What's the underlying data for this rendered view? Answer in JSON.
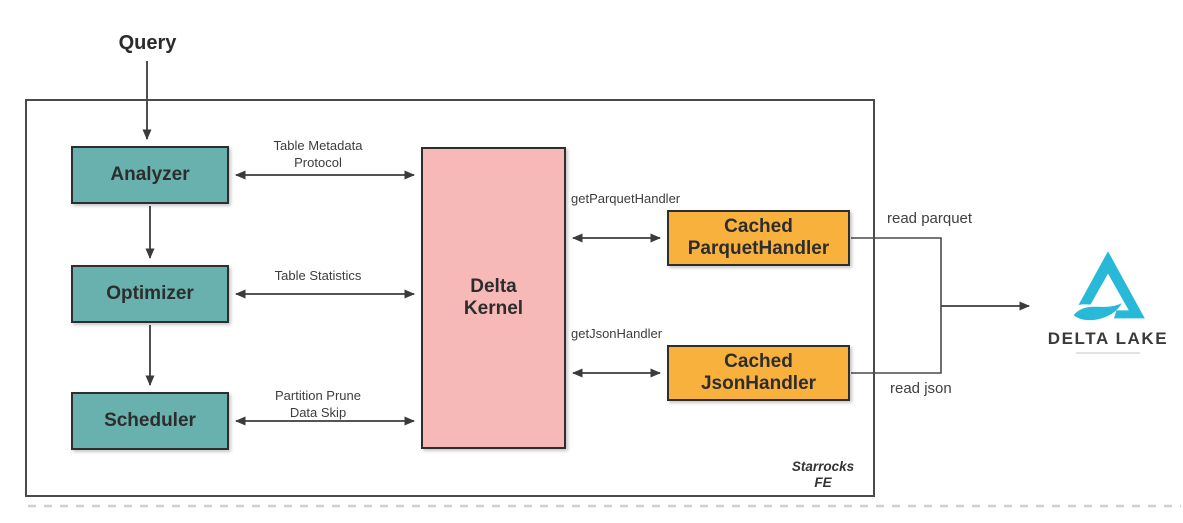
{
  "diagram": {
    "query_label": "Query",
    "container_label": {
      "line1": "Starrocks",
      "line2": "FE"
    },
    "nodes": {
      "analyzer": "Analyzer",
      "optimizer": "Optimizer",
      "scheduler": "Scheduler",
      "kernel": {
        "line1": "Delta",
        "line2": "Kernel"
      },
      "parquet_handler": {
        "line1": "Cached",
        "line2": "ParquetHandler"
      },
      "json_handler": {
        "line1": "Cached",
        "line2": "JsonHandler"
      }
    },
    "edge_labels": {
      "metadata": {
        "line1": "Table Metadata",
        "line2": "Protocol"
      },
      "statistics": "Table Statistics",
      "partition": {
        "line1": "Partition Prune",
        "line2": "Data Skip"
      },
      "get_parquet": "getParquetHandler",
      "get_json": "getJsonHandler",
      "read_parquet": "read parquet",
      "read_json": "read json"
    },
    "logo": {
      "text": "DELTA LAKE"
    },
    "colors": {
      "teal": "#68b1ae",
      "pink": "#f6b9b7",
      "orange": "#f9b13e",
      "stroke": "#3b3b3b",
      "logo": "#28b8d8"
    }
  }
}
